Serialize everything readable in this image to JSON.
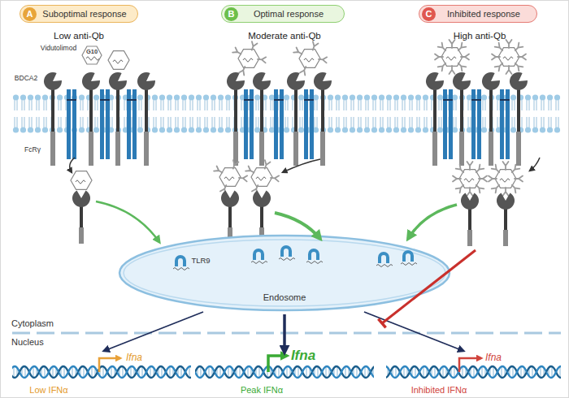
{
  "diagram": {
    "nodes": [
      {
        "text": [
          "A",
          "Suboptimal response"
        ]
      },
      {
        "text": [
          "B",
          "Optimal response"
        ]
      },
      {
        "text": [
          "C",
          "Inhibited response"
        ]
      },
      {
        "text": [
          "G10"
        ]
      },
      {
        "text": [
          "Endosome"
        ]
      }
    ],
    "labels": [
      "Low anti-Qb",
      "Moderate anti-Qb",
      "High anti-Qb",
      "Vidutolimod",
      "BDCA2",
      "FcRγ",
      "TLR9",
      "Cytoplasm",
      "Nucleus",
      "Ifna",
      "Ifna",
      "Ifna",
      "Low IFNα",
      "Peak IFNα",
      "Inhibited IFNα"
    ]
  }
}
